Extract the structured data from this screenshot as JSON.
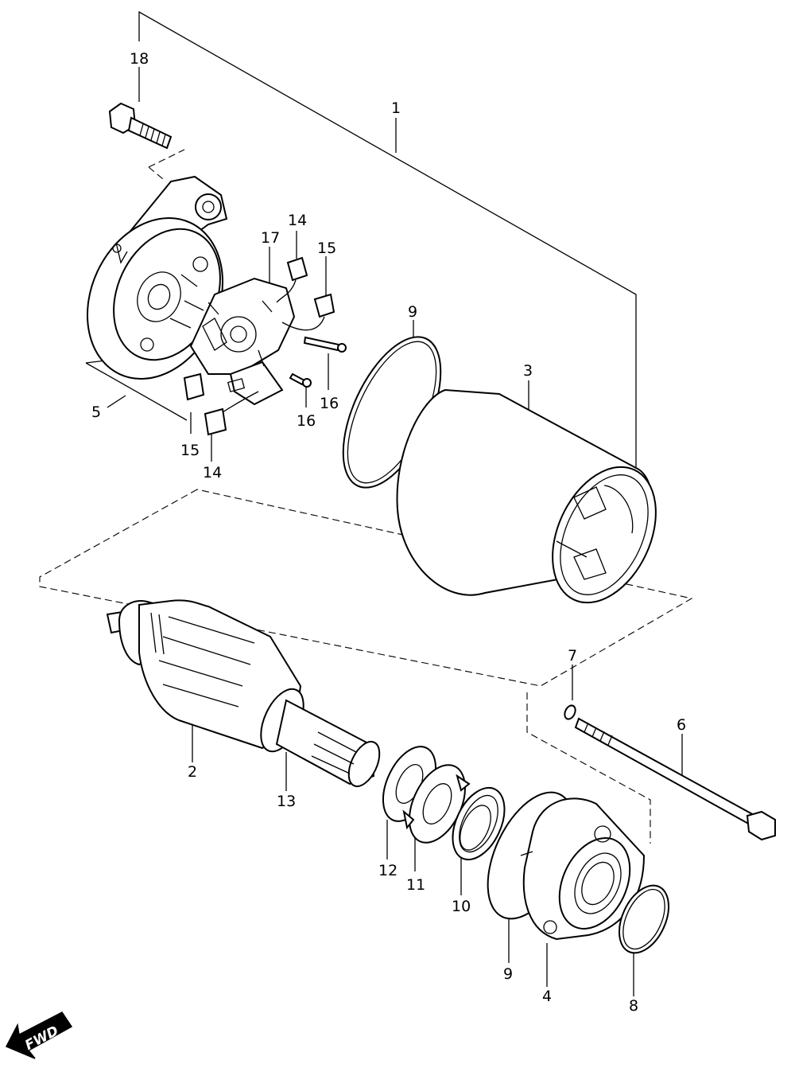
{
  "diagram": {
    "callouts": [
      {
        "id": "c18",
        "label": "18"
      },
      {
        "id": "c1",
        "label": "1"
      },
      {
        "id": "c14a",
        "label": "14"
      },
      {
        "id": "c17",
        "label": "17"
      },
      {
        "id": "c15a",
        "label": "15"
      },
      {
        "id": "c9a",
        "label": "9"
      },
      {
        "id": "c3",
        "label": "3"
      },
      {
        "id": "c16a",
        "label": "16"
      },
      {
        "id": "c16b",
        "label": "16"
      },
      {
        "id": "c5",
        "label": "5"
      },
      {
        "id": "c15b",
        "label": "15"
      },
      {
        "id": "c14b",
        "label": "14"
      },
      {
        "id": "c7",
        "label": "7"
      },
      {
        "id": "c6",
        "label": "6"
      },
      {
        "id": "c2",
        "label": "2"
      },
      {
        "id": "c13",
        "label": "13"
      },
      {
        "id": "c12",
        "label": "12"
      },
      {
        "id": "c11",
        "label": "11"
      },
      {
        "id": "c10",
        "label": "10"
      },
      {
        "id": "c9b",
        "label": "9"
      },
      {
        "id": "c4",
        "label": "4"
      },
      {
        "id": "c8",
        "label": "8"
      }
    ],
    "fwd_label": "FWD"
  }
}
